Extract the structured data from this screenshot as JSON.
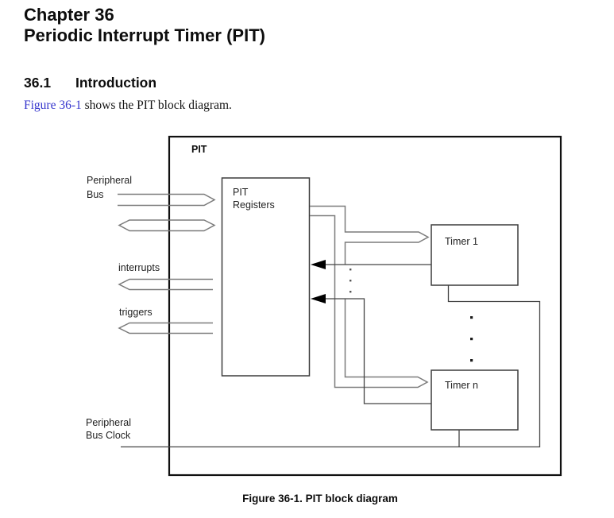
{
  "document": {
    "chapter_title_line1": "Chapter 36",
    "chapter_title_line2": "Periodic Interrupt Timer (PIT)",
    "section": {
      "number": "36.1",
      "title": "Introduction"
    },
    "intro": {
      "link": "Figure 36-1",
      "text": " shows the PIT block diagram."
    },
    "figure_caption": "Figure 36-1. PIT block diagram"
  },
  "diagram": {
    "title": "PIT",
    "registers_label_line1": "PIT",
    "registers_label_line2": "Registers",
    "timer1_label": "Timer 1",
    "timern_label": "Timer n",
    "peripheral_bus_line1": "Peripheral",
    "peripheral_bus_line2": "Bus",
    "interrupts_label": "interrupts",
    "triggers_label": "triggers",
    "clock_label_line1": "Peripheral",
    "clock_label_line2": "Bus Clock"
  },
  "colors": {
    "link_blue": "#3535cd",
    "arrow_gray": "#7b7b7b",
    "line_dark": "#454545",
    "box_border": "#101010"
  }
}
